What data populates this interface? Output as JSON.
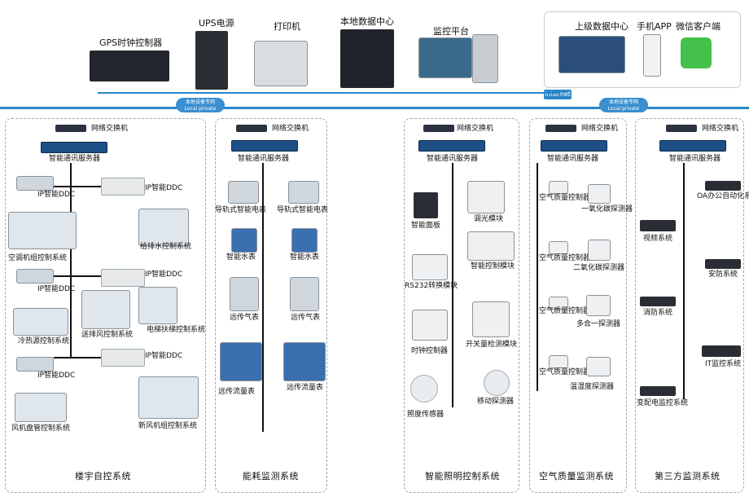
{
  "top": {
    "gps": "GPS时钟控制器",
    "ups": "UPS电源",
    "printer": "打印机",
    "local_dc": "本地数据中心",
    "monitor": "监控平台",
    "upper_dc": "上级数据中心",
    "app": "手机APP",
    "wechat": "微信客户端",
    "internet": "Internet",
    "private_net_cn": "本地设备专网",
    "private_net_en": "Local private network"
  },
  "common": {
    "switch": "网络交换机",
    "server": "智能通讯服务器",
    "ip_ddc": "IP智能DDC"
  },
  "panel1": {
    "title": "楼宇自控系统",
    "ac_unit": "空调机组控制系统",
    "water": "给排水控制系统",
    "exhaust": "送排风控制系统",
    "elevator": "电梯扶梯控制系统",
    "cold_heat": "冷热源控制系统",
    "fan_coil": "风机盘管控制系统",
    "fresh_air": "新风机组控制系统"
  },
  "panel2": {
    "title": "能耗监测系统",
    "meter": "导轨式智能电表",
    "water_meter": "智能水表",
    "gas_meter": "远传气表",
    "flow_meter": "远传流量表"
  },
  "panel3": {
    "title": "智能照明控制系统",
    "smart_panel": "智能面板",
    "dimmer": "调光模块",
    "control_module": "智能控制模块",
    "rs232": "RS232转换模块",
    "timer": "时钟控制器",
    "switch_detect": "开关量检测模块",
    "illum": "照度传感器",
    "motion": "移动探测器"
  },
  "panel4": {
    "title": "空气质量监测系统",
    "aq_controller": "空气质量控制器",
    "co": "一氧化碳探测器",
    "co2": "二氧化碳探测器",
    "multi": "多合一探测器",
    "temp_hum": "温湿度探测器"
  },
  "panel5": {
    "title": "第三方监测系统",
    "oa": "OA办公自动化系",
    "video": "视频系统",
    "security": "安防系统",
    "fire": "消防系统",
    "it": "IT监控系统",
    "substation": "变配电监控系统"
  }
}
